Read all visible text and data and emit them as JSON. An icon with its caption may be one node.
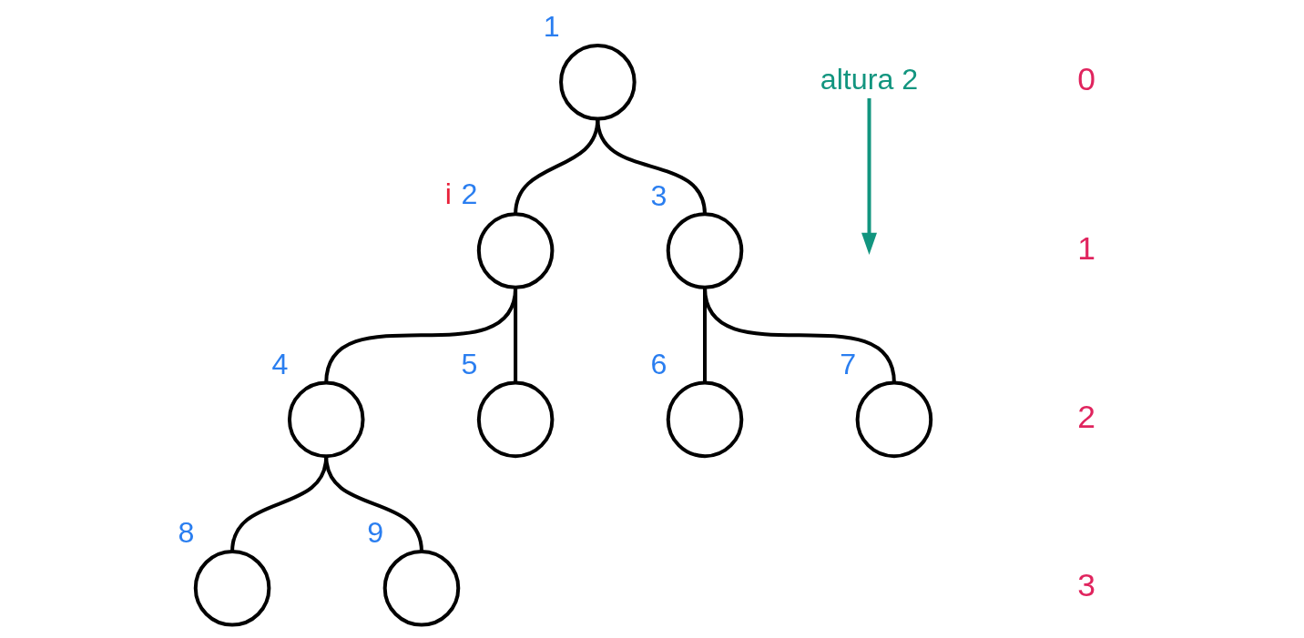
{
  "diagram": {
    "nodes": [
      {
        "text": [],
        "shape": "circle",
        "beside": [
          "1"
        ]
      },
      {
        "text": [],
        "shape": "circle",
        "beside": [
          "i",
          "2"
        ]
      },
      {
        "text": [],
        "shape": "circle",
        "beside": [
          "3"
        ]
      },
      {
        "text": [],
        "shape": "circle",
        "beside": [
          "4"
        ]
      },
      {
        "text": [],
        "shape": "circle",
        "beside": [
          "5"
        ]
      },
      {
        "text": [],
        "shape": "circle",
        "beside": [
          "6"
        ]
      },
      {
        "text": [],
        "shape": "circle",
        "beside": [
          "7"
        ]
      },
      {
        "text": [],
        "shape": "circle",
        "beside": [
          "8"
        ]
      },
      {
        "text": [],
        "shape": "circle",
        "beside": [
          "9"
        ]
      },
      {
        "text": [
          "altura 2"
        ]
      }
    ],
    "edges": [
      {
        "from": 0,
        "to": 1,
        "arrow": "none"
      },
      {
        "from": 0,
        "to": 2,
        "arrow": "none"
      },
      {
        "from": 1,
        "to": 3,
        "arrow": "none"
      },
      {
        "from": 1,
        "to": 4,
        "arrow": "none"
      },
      {
        "from": 2,
        "to": 5,
        "arrow": "none"
      },
      {
        "from": 2,
        "to": 6,
        "arrow": "none"
      },
      {
        "from": 3,
        "to": 7,
        "arrow": "none"
      },
      {
        "from": 3,
        "to": 8,
        "arrow": "none"
      },
      {
        "from": 9,
        "to": null,
        "arrow": "to",
        "color": "#12957f"
      }
    ],
    "labels": [
      "0",
      "1",
      "2",
      "3"
    ]
  }
}
